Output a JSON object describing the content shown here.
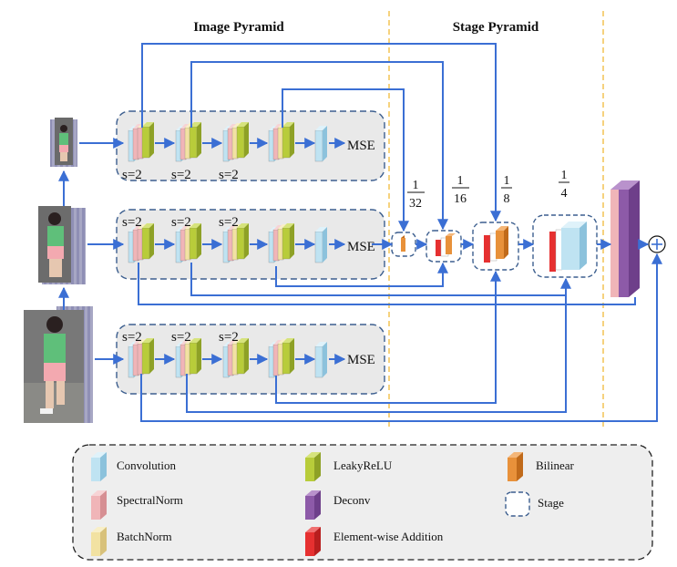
{
  "header": {
    "image_pyramid": "Image Pyramid",
    "stage_pyramid": "Stage Pyramid"
  },
  "rows": [
    {
      "strides": [
        "s=2",
        "s=2",
        "s=2"
      ],
      "loss": "MSE"
    },
    {
      "strides": [
        "s=2",
        "s=2",
        "s=2"
      ],
      "loss": "MSE"
    },
    {
      "strides": [
        "s=2",
        "s=2",
        "s=2"
      ],
      "loss": "MSE"
    }
  ],
  "scales": [
    {
      "num": "1",
      "den": "32"
    },
    {
      "num": "1",
      "den": "16"
    },
    {
      "num": "1",
      "den": "8"
    },
    {
      "num": "1",
      "den": "4"
    }
  ],
  "legend": {
    "convolution": "Convolution",
    "leakyrelu": "LeakyReLU",
    "bilinear": "Bilinear",
    "spectralnorm": "SpectralNorm",
    "deconv": "Deconv",
    "stage": "Stage",
    "batchnorm": "BatchNorm",
    "elementwise_addition": "Element-wise Addition"
  },
  "colors": {
    "arrow": "#3b6fd4",
    "convolution": "#bfe3f2",
    "leakyrelu": "#b8cc3a",
    "bilinear": "#e8913a",
    "spectralnorm": "#f0b5b8",
    "deconv": "#8d5aa8",
    "batchnorm": "#f2e2a2",
    "elementwise_addition": "#e63030",
    "stage_border": "#3d5f8f",
    "stage_fill": "#e9e9e9",
    "divider": "#f0b429"
  }
}
